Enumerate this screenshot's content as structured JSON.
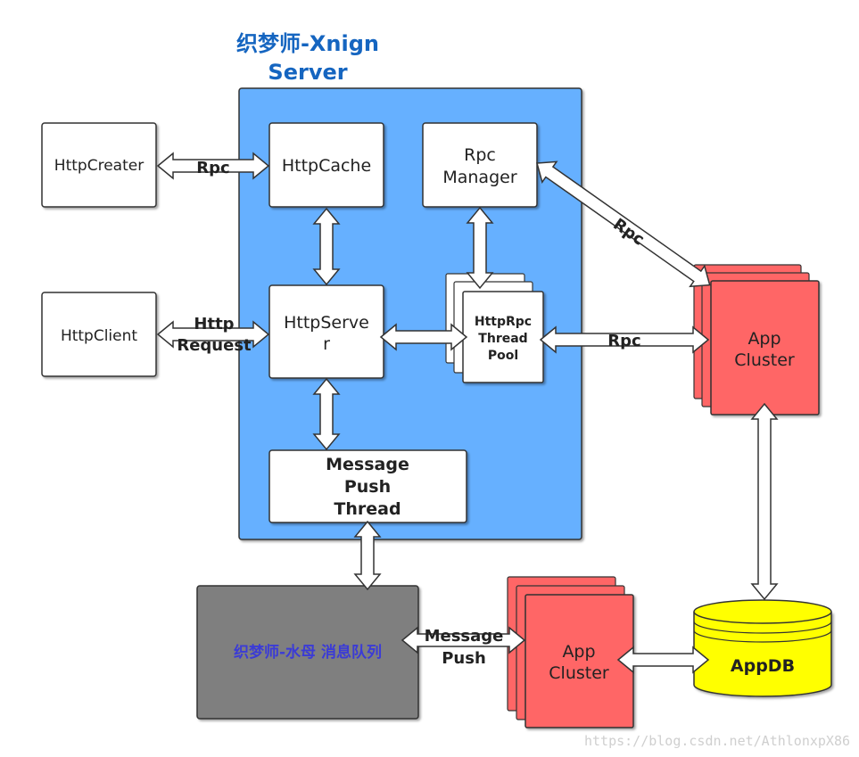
{
  "title": {
    "line1": "织梦师-Xnign",
    "line2": "Server"
  },
  "nodes": {
    "http_creater": "HttpCreater",
    "http_client": "HttpClient",
    "http_cache": "HttpCache",
    "rpc_manager": {
      "line1": "Rpc",
      "line2": "Manager"
    },
    "http_server": {
      "line1": "HttpServe",
      "line2": "r"
    },
    "http_rpc_pool": {
      "line1": "HttpRpc",
      "line2": "Thread",
      "line3": "Pool"
    },
    "message_push_thread": {
      "line1": "Message",
      "line2": "Push",
      "line3": "Thread"
    },
    "app_cluster_top": {
      "line1": "App",
      "line2": "Cluster"
    },
    "app_cluster_bottom": {
      "line1": "App",
      "line2": "Cluster"
    },
    "message_queue": "织梦师-水母 消息队列",
    "app_db": "AppDB"
  },
  "edge_labels": {
    "creater_cache": "Rpc",
    "client_server": {
      "line1": "Http",
      "line2": "Request"
    },
    "manager_cluster": "Rpc",
    "pool_cluster": "Rpc",
    "queue_cluster": {
      "line1": "Message",
      "line2": "Push"
    }
  },
  "watermark": "https://blog.csdn.net/AthlonxpX86",
  "colors": {
    "server_panel": "#66b0ff",
    "app_cluster": "#ff6666",
    "message_queue": "#7f7f7f",
    "message_queue_text": "#3b3bd6",
    "app_db": "#ffff00",
    "title": "#1565c0"
  }
}
